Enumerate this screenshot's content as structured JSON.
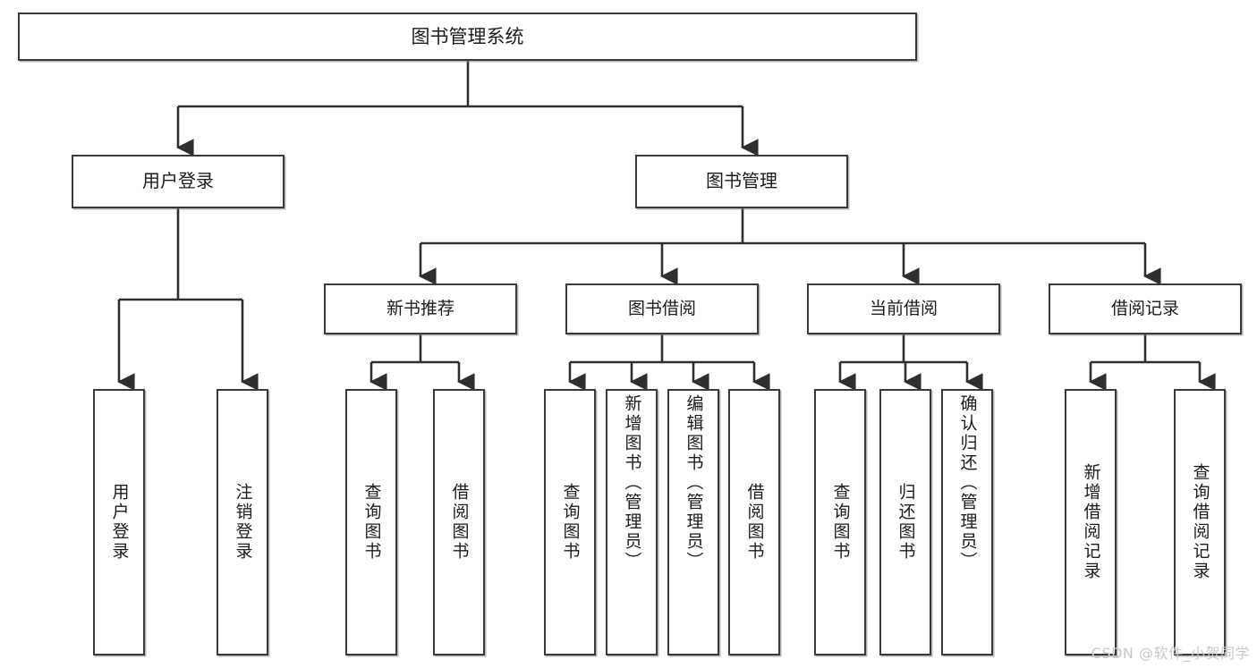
{
  "diagram": {
    "title": "图书管理系统",
    "type": "tree-hierarchy",
    "orientation": "top-down"
  },
  "root": {
    "label": "图书管理系统"
  },
  "level2": [
    {
      "id": "user-login",
      "label": "用户登录"
    },
    {
      "id": "book-manage",
      "label": "图书管理"
    }
  ],
  "level3": [
    {
      "id": "new-book-rec",
      "label": "新书推荐"
    },
    {
      "id": "book-borrow",
      "label": "图书借阅"
    },
    {
      "id": "current-borrow",
      "label": "当前借阅"
    },
    {
      "id": "borrow-record",
      "label": "借阅记录"
    }
  ],
  "leaves": {
    "user_login": [
      {
        "id": "user-login",
        "label": "用户登录"
      },
      {
        "id": "user-logout",
        "label": "注销登录"
      }
    ],
    "new_book_rec": [
      {
        "id": "nbr-query",
        "label": "查询图书"
      },
      {
        "id": "nbr-borrow",
        "label": "借阅图书"
      }
    ],
    "book_borrow": [
      {
        "id": "bb-query",
        "label": "查询图书"
      },
      {
        "id": "bb-add",
        "label": "新增图书（管理员）"
      },
      {
        "id": "bb-edit",
        "label": "编辑图书（管理员）"
      },
      {
        "id": "bb-borrow",
        "label": "借阅图书"
      }
    ],
    "current_borrow": [
      {
        "id": "cb-query",
        "label": "查询图书"
      },
      {
        "id": "cb-return",
        "label": "归还图书"
      },
      {
        "id": "cb-confirm",
        "label": "确认归还（管理员）"
      }
    ],
    "borrow_record": [
      {
        "id": "br-add",
        "label": "新增借阅记录"
      },
      {
        "id": "br-query",
        "label": "查询借阅记录"
      }
    ]
  },
  "watermark": {
    "text": "CSDN @软件_小贺同学"
  },
  "colors": {
    "box_border": "#3a3a3a",
    "box_fill": "#ffffff",
    "connector": "#2f2f2f",
    "text": "#1c1c1c",
    "watermark": "#c9c9c9",
    "page_background": "#ffffff"
  }
}
